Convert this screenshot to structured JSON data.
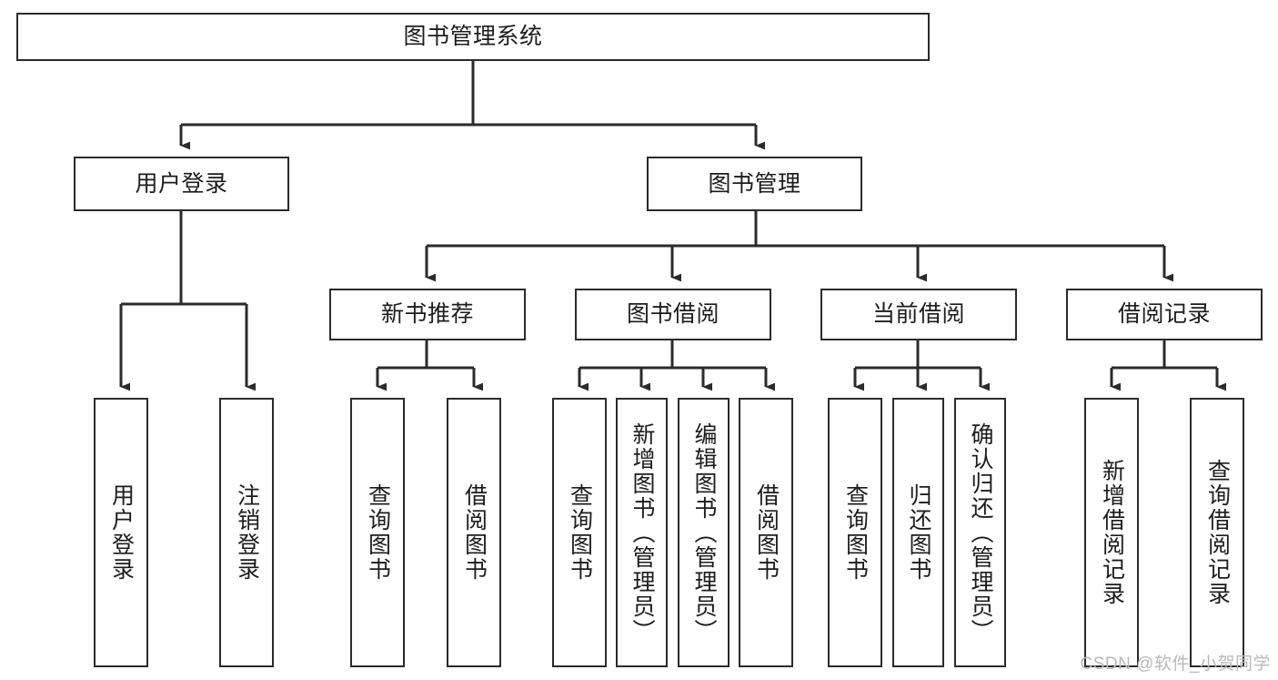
{
  "diagram": {
    "title": "图书管理系统",
    "type": "functional-structure-tree",
    "orientation": "top-down",
    "colors": {
      "node_border": "#2b2b2b",
      "node_fill": "#ffffff",
      "edge": "#2b2b2b",
      "text": "#1c1c1c",
      "watermark": "#b9b9b9",
      "background": "#ffffff"
    },
    "levels": {
      "root": [
        "图书管理系统"
      ],
      "level2": [
        "用户登录",
        "图书管理"
      ],
      "level3": [
        "新书推荐",
        "图书借阅",
        "当前借阅",
        "借阅记录"
      ]
    },
    "nodes": {
      "root": {
        "label": "图书管理系统"
      },
      "user_login": {
        "label": "用户登录"
      },
      "book_manage": {
        "label": "图书管理"
      },
      "new_book_rec": {
        "label": "新书推荐"
      },
      "book_borrow": {
        "label": "图书借阅"
      },
      "current_borrow": {
        "label": "当前借阅"
      },
      "borrow_record": {
        "label": "借阅记录"
      },
      "leaf_user_login": {
        "label": "用户登录"
      },
      "leaf_logout": {
        "label": "注销登录"
      },
      "leaf_query_book_1": {
        "label": "查询图书"
      },
      "leaf_borrow_book_1": {
        "label": "借阅图书"
      },
      "leaf_query_book_2": {
        "label": "查询图书"
      },
      "leaf_add_book": {
        "label": "新增图书（管理员）"
      },
      "leaf_edit_book": {
        "label": "编辑图书（管理员）"
      },
      "leaf_borrow_book_2": {
        "label": "借阅图书"
      },
      "leaf_query_book_3": {
        "label": "查询图书"
      },
      "leaf_return_book": {
        "label": "归还图书"
      },
      "leaf_confirm_return": {
        "label": "确认归还（管理员）"
      },
      "leaf_add_record": {
        "label": "新增借阅记录"
      },
      "leaf_query_record": {
        "label": "查询借阅记录"
      }
    },
    "edges": [
      {
        "from": "图书管理系统",
        "to": "用户登录"
      },
      {
        "from": "图书管理系统",
        "to": "图书管理"
      },
      {
        "from": "用户登录",
        "to": "用户登录"
      },
      {
        "from": "用户登录",
        "to": "注销登录"
      },
      {
        "from": "图书管理",
        "to": "新书推荐"
      },
      {
        "from": "图书管理",
        "to": "图书借阅"
      },
      {
        "from": "图书管理",
        "to": "当前借阅"
      },
      {
        "from": "图书管理",
        "to": "借阅记录"
      },
      {
        "from": "新书推荐",
        "to": "查询图书"
      },
      {
        "from": "新书推荐",
        "to": "借阅图书"
      },
      {
        "from": "图书借阅",
        "to": "查询图书"
      },
      {
        "from": "图书借阅",
        "to": "新增图书（管理员）"
      },
      {
        "from": "图书借阅",
        "to": "编辑图书（管理员）"
      },
      {
        "from": "图书借阅",
        "to": "借阅图书"
      },
      {
        "from": "当前借阅",
        "to": "查询图书"
      },
      {
        "from": "当前借阅",
        "to": "归还图书"
      },
      {
        "from": "当前借阅",
        "to": "确认归还（管理员）"
      },
      {
        "from": "借阅记录",
        "to": "新增借阅记录"
      },
      {
        "from": "借阅记录",
        "to": "查询借阅记录"
      }
    ]
  },
  "watermark": {
    "text": "CSDN @软件_小贺同学"
  }
}
